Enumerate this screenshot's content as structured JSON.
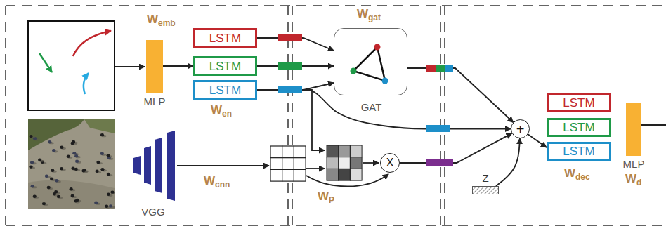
{
  "diagram": {
    "nodes": [
      {
        "text": [
          "MLP"
        ]
      },
      {
        "text": [
          "LSTM"
        ]
      },
      {
        "text": [
          "LSTM"
        ]
      },
      {
        "text": [
          "LSTM"
        ]
      },
      {
        "text": [
          "GAT"
        ]
      },
      {
        "text": [
          "VGG"
        ]
      },
      {
        "text": [
          "X"
        ]
      },
      {
        "text": [
          "Z"
        ]
      },
      {
        "text": [
          "+"
        ]
      },
      {
        "text": [
          "LSTM"
        ]
      },
      {
        "text": [
          "LSTM"
        ]
      },
      {
        "text": [
          "LSTM"
        ]
      },
      {
        "text": [
          "MLP"
        ]
      }
    ],
    "edges": [
      {
        "from": 0,
        "to": 2,
        "arrow": "to"
      },
      {
        "from": 1,
        "to": 4,
        "arrow": "to"
      },
      {
        "from": 2,
        "to": 4,
        "arrow": "to"
      },
      {
        "from": 3,
        "to": 4,
        "arrow": "to"
      },
      {
        "from": 4,
        "to": 8,
        "arrow": "to"
      },
      {
        "from": 3,
        "to": 8,
        "arrow": "to"
      },
      {
        "from": 6,
        "to": 8,
        "arrow": "to"
      },
      {
        "from": 7,
        "to": 8,
        "arrow": "to"
      },
      {
        "from": 8,
        "to": 11,
        "arrow": "to"
      }
    ],
    "labels": [
      "W",
      "emb",
      "W",
      "en",
      "W",
      "gat",
      "W",
      "cnn",
      "W",
      "P",
      "W",
      "dec",
      "W",
      "d"
    ]
  }
}
